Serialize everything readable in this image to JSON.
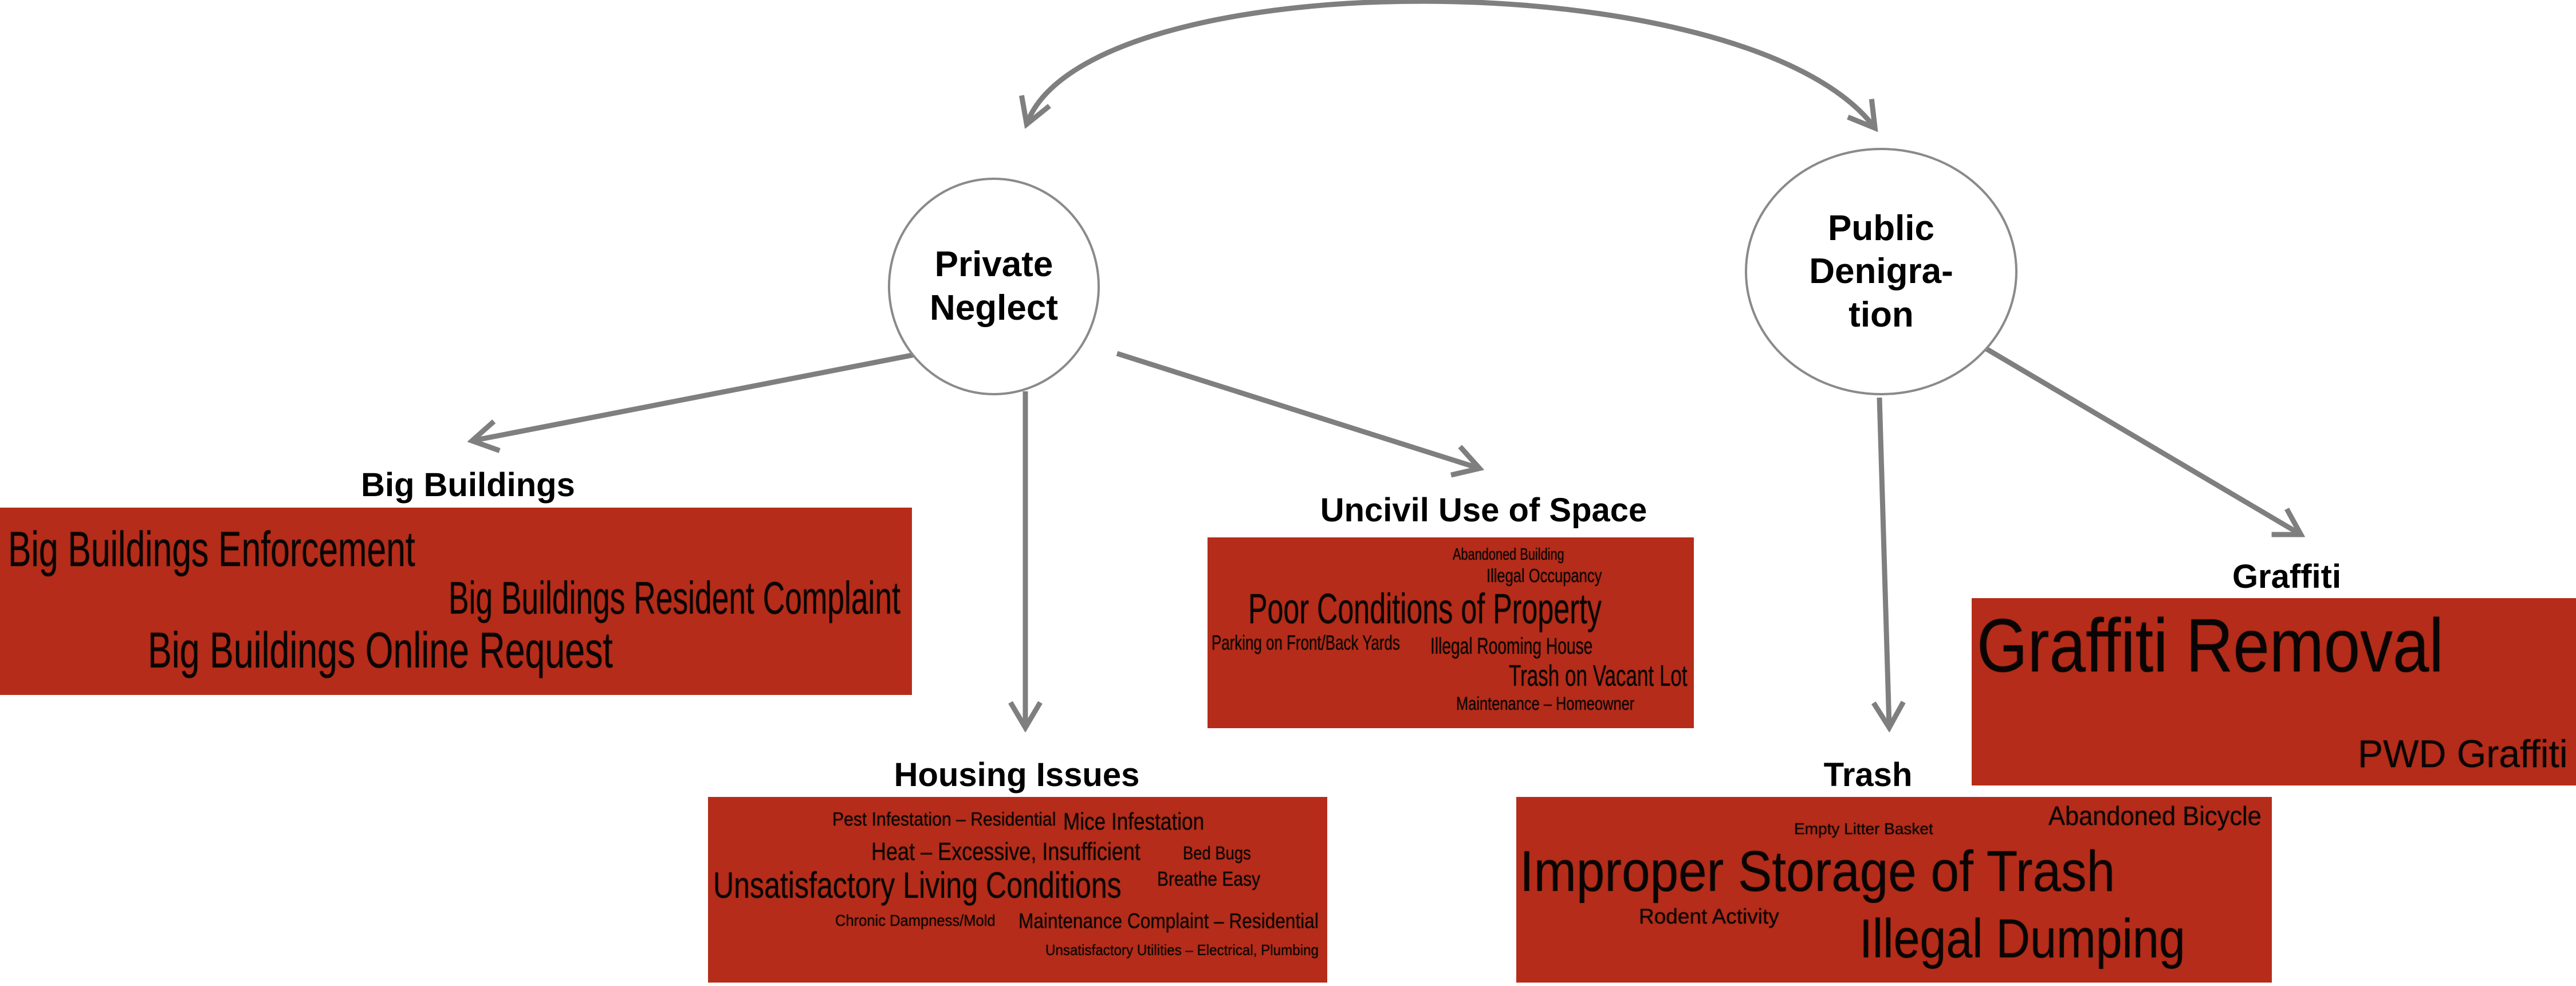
{
  "colors": {
    "box": "#b52d1a",
    "arrow": "#7f7f7f"
  },
  "nodes": {
    "private": [
      "Private",
      "Neglect"
    ],
    "public": [
      "Public",
      "Denigra-",
      "tion"
    ]
  },
  "categories": {
    "big_buildings": {
      "label": "Big Buildings",
      "words": [
        "Big Buildings Enforcement",
        "Big Buildings Resident Complaint",
        "Big Buildings Online Request"
      ]
    },
    "uncivil": {
      "label": "Uncivil Use of Space",
      "words": [
        "Abandoned Building",
        "Illegal Occupancy",
        "Poor Conditions of Property",
        "Parking on Front/Back Yards",
        "Illegal Rooming House",
        "Trash on Vacant Lot",
        "Maintenance – Homeowner"
      ]
    },
    "housing": {
      "label": "Housing Issues",
      "words": [
        "Pest Infestation – Residential",
        "Mice Infestation",
        "Heat – Excessive, Insufficient",
        "Bed Bugs",
        "Breathe Easy",
        "Unsatisfactory Living Conditions",
        "Chronic Dampness/Mold",
        "Maintenance Complaint – Residential",
        "Unsatisfactory Utilities – Electrical, Plumbing"
      ]
    },
    "trash": {
      "label": "Trash",
      "words": [
        "Abandoned Bicycle",
        "Empty Litter Basket",
        "Improper Storage of Trash",
        "Rodent Activity",
        "Illegal Dumping"
      ]
    },
    "graffiti": {
      "label": "Graffiti",
      "words": [
        "Graffiti Removal",
        "PWD Graffiti"
      ]
    }
  }
}
